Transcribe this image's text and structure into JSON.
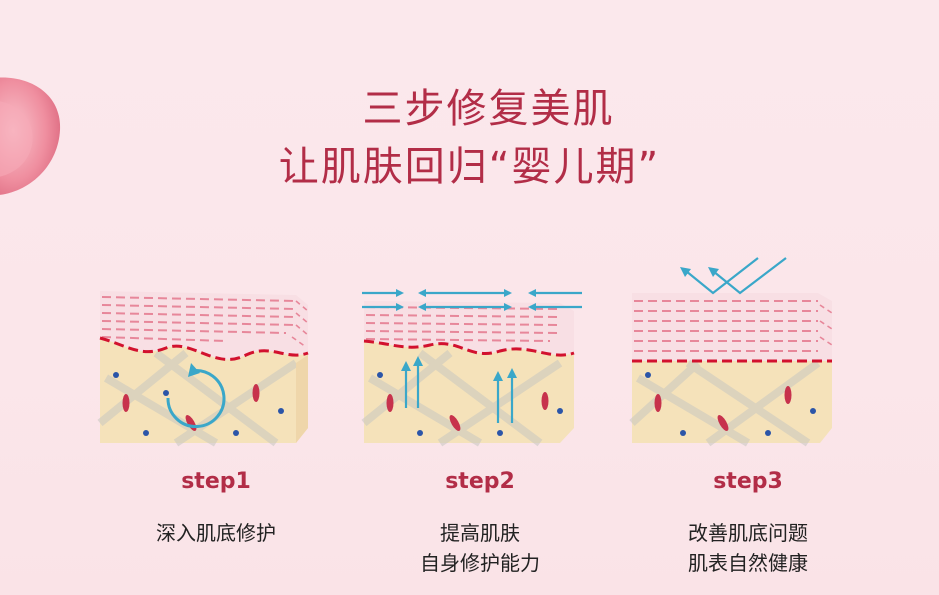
{
  "headline": {
    "line1": "三步修复美肌",
    "line2": "让肌肤回归“婴儿期”"
  },
  "colors": {
    "accent": "#b22d47",
    "background": "#fbe8ec",
    "epidermis": "#f7dde2",
    "dermis": "#f5e1b8",
    "arrow": "#3aa7c9",
    "boundary": "#d2112e"
  },
  "steps": [
    {
      "label": "step1",
      "desc": [
        "深入肌底修护"
      ],
      "icon": "circular-arrow-icon"
    },
    {
      "label": "step2",
      "desc": [
        "提高肌肤",
        "自身修护能力"
      ],
      "icon": "up-arrows-icon"
    },
    {
      "label": "step3",
      "desc": [
        "改善肌底问题",
        "肌表自然健康"
      ],
      "icon": "deflect-arrows-icon"
    }
  ]
}
